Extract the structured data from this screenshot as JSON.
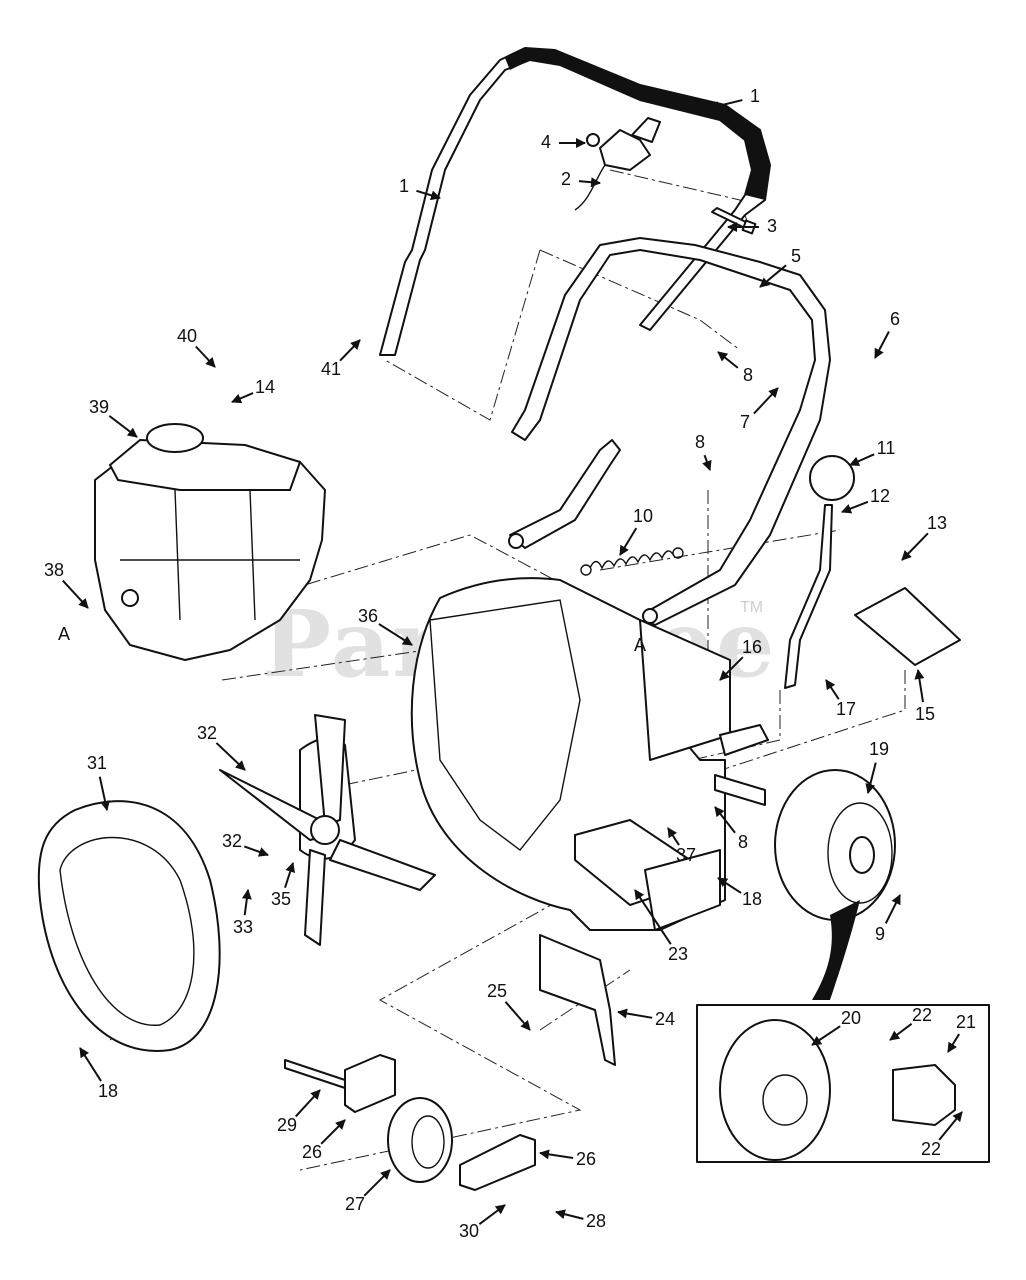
{
  "watermark": {
    "brand": "PartsTree",
    "mark": "TM"
  },
  "reference_letters": [
    "A",
    "A"
  ],
  "callouts": [
    {
      "id": "c1a",
      "label": "1"
    },
    {
      "id": "c1b",
      "label": "1"
    },
    {
      "id": "c2",
      "label": "2"
    },
    {
      "id": "c3",
      "label": "3"
    },
    {
      "id": "c4",
      "label": "4"
    },
    {
      "id": "c5",
      "label": "5"
    },
    {
      "id": "c6",
      "label": "6"
    },
    {
      "id": "c7",
      "label": "7"
    },
    {
      "id": "c8a",
      "label": "8"
    },
    {
      "id": "c8b",
      "label": "8"
    },
    {
      "id": "c8c",
      "label": "8"
    },
    {
      "id": "c9",
      "label": "9"
    },
    {
      "id": "c10",
      "label": "10"
    },
    {
      "id": "c11",
      "label": "11"
    },
    {
      "id": "c12",
      "label": "12"
    },
    {
      "id": "c13",
      "label": "13"
    },
    {
      "id": "c14",
      "label": "14"
    },
    {
      "id": "c15",
      "label": "15"
    },
    {
      "id": "c16",
      "label": "16"
    },
    {
      "id": "c17",
      "label": "17"
    },
    {
      "id": "c18a",
      "label": "18"
    },
    {
      "id": "c18b",
      "label": "18"
    },
    {
      "id": "c19",
      "label": "19"
    },
    {
      "id": "c20",
      "label": "20"
    },
    {
      "id": "c21",
      "label": "21"
    },
    {
      "id": "c22a",
      "label": "22"
    },
    {
      "id": "c22b",
      "label": "22"
    },
    {
      "id": "c23",
      "label": "23"
    },
    {
      "id": "c24",
      "label": "24"
    },
    {
      "id": "c25",
      "label": "25"
    },
    {
      "id": "c26a",
      "label": "26"
    },
    {
      "id": "c26b",
      "label": "26"
    },
    {
      "id": "c27",
      "label": "27"
    },
    {
      "id": "c28",
      "label": "28"
    },
    {
      "id": "c29",
      "label": "29"
    },
    {
      "id": "c30",
      "label": "30"
    },
    {
      "id": "c31",
      "label": "31"
    },
    {
      "id": "c32a",
      "label": "32"
    },
    {
      "id": "c32b",
      "label": "32"
    },
    {
      "id": "c33",
      "label": "33"
    },
    {
      "id": "c35",
      "label": "35"
    },
    {
      "id": "c36",
      "label": "36"
    },
    {
      "id": "c37",
      "label": "37"
    },
    {
      "id": "c38",
      "label": "38"
    },
    {
      "id": "c39",
      "label": "39"
    },
    {
      "id": "c40",
      "label": "40"
    },
    {
      "id": "c41",
      "label": "41"
    }
  ]
}
